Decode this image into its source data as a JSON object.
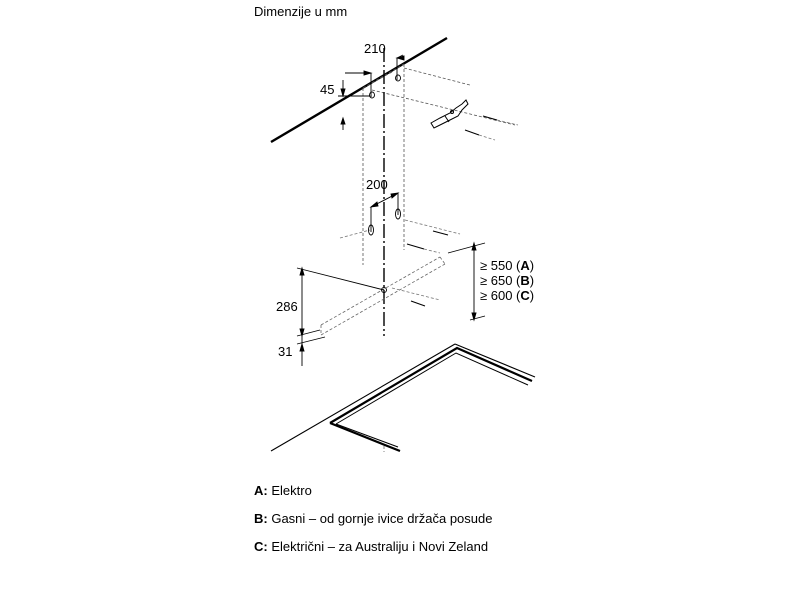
{
  "title": "Dimenzije u mm",
  "dimensions": {
    "top_width": "210",
    "top_offset": "45",
    "bracket_width": "200",
    "height_286": "286",
    "height_31": "31",
    "clearance_a": "≥ 550 (",
    "clearance_a_key": "A",
    "clearance_b": "≥ 650 (",
    "clearance_b_key": "B",
    "clearance_c": "≥ 600 (",
    "clearance_c_key": "C",
    "close_paren": ")"
  },
  "legend": [
    {
      "key": "A:",
      "text": "Elektro"
    },
    {
      "key": "B:",
      "text": "Gasni – od gornje ivice držača posude"
    },
    {
      "key": "C:",
      "text": "Električni – za Australiju i Novi Zeland"
    }
  ]
}
